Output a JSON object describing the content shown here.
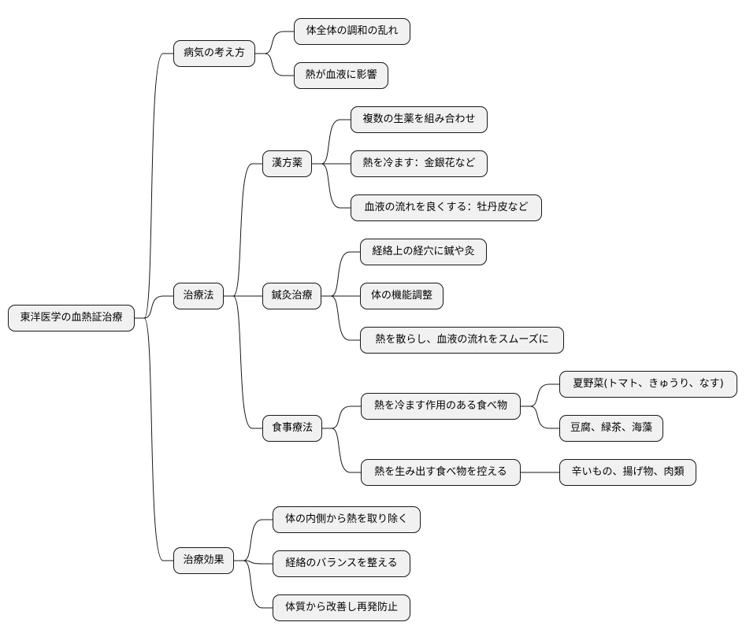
{
  "nodes": {
    "root": "東洋医学の血熱証治療",
    "c1": "病気の考え方",
    "c1_1": "体全体の調和の乱れ",
    "c1_2": "熱が血液に影響",
    "c2": "治療法",
    "c2_1": "漢方薬",
    "c2_1_1": "複数の生薬を組み合わせ",
    "c2_1_2": "熱を冷ます：金銀花など",
    "c2_1_3": "血液の流れを良くする：牡丹皮など",
    "c2_2": "鍼灸治療",
    "c2_2_1": "経絡上の経穴に鍼や灸",
    "c2_2_2": "体の機能調整",
    "c2_2_3": "熱を散らし、血液の流れをスムーズに",
    "c2_3": "食事療法",
    "c2_3_1": "熱を冷ます作用のある食べ物",
    "c2_3_1_1": "夏野菜(トマト、きゅうり、なす)",
    "c2_3_1_2": "豆腐、緑茶、海藻",
    "c2_3_2": "熱を生み出す食べ物を控える",
    "c2_3_2_1": "辛いもの、揚げ物、肉類",
    "c3": "治療効果",
    "c3_1": "体の内側から熱を取り除く",
    "c3_2": "経絡のバランスを整える",
    "c3_3": "体質から改善し再発防止"
  },
  "edges": [
    [
      "root",
      "c1"
    ],
    [
      "root",
      "c2"
    ],
    [
      "root",
      "c3"
    ],
    [
      "c1",
      "c1_1"
    ],
    [
      "c1",
      "c1_2"
    ],
    [
      "c2",
      "c2_1"
    ],
    [
      "c2",
      "c2_2"
    ],
    [
      "c2",
      "c2_3"
    ],
    [
      "c2_1",
      "c2_1_1"
    ],
    [
      "c2_1",
      "c2_1_2"
    ],
    [
      "c2_1",
      "c2_1_3"
    ],
    [
      "c2_2",
      "c2_2_1"
    ],
    [
      "c2_2",
      "c2_2_2"
    ],
    [
      "c2_2",
      "c2_2_3"
    ],
    [
      "c2_3",
      "c2_3_1"
    ],
    [
      "c2_3",
      "c2_3_2"
    ],
    [
      "c2_3_1",
      "c2_3_1_1"
    ],
    [
      "c2_3_1",
      "c2_3_1_2"
    ],
    [
      "c2_3_2",
      "c2_3_2_1"
    ],
    [
      "c3",
      "c3_1"
    ],
    [
      "c3",
      "c3_2"
    ],
    [
      "c3",
      "c3_3"
    ]
  ]
}
